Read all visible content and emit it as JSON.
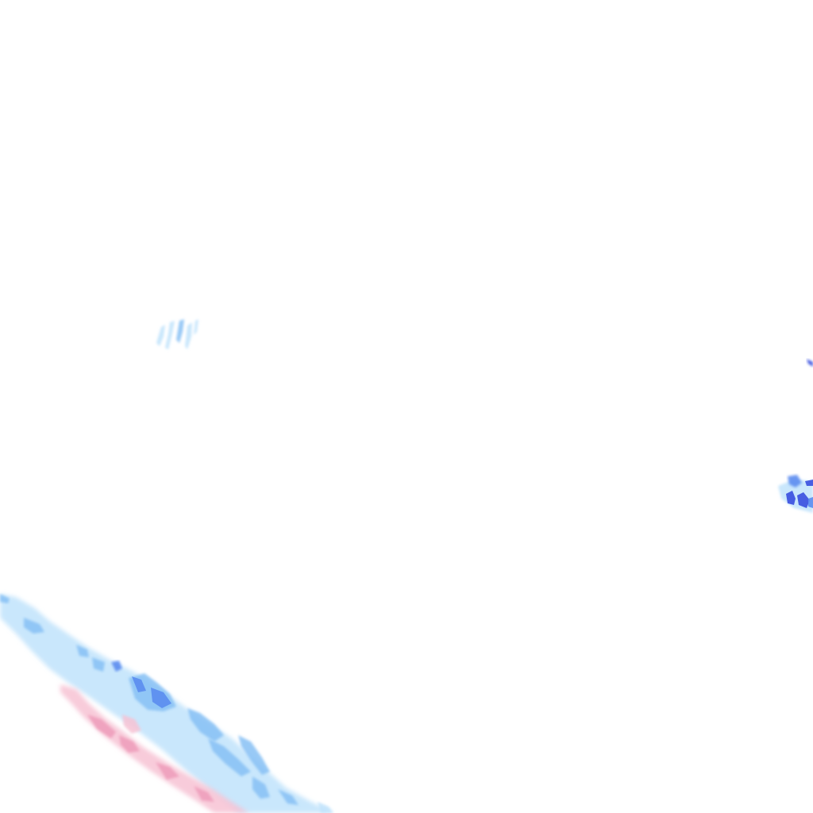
{
  "map": {
    "kind": "precipitation radar overlay tile",
    "background_color": "#ffffff",
    "legend_colors": {
      "light_rain": "#bfe3fb",
      "moderate_rain": "#86bff5",
      "heavy_rain": "#5b8cf0",
      "very_heavy_rain": "#3f55e0",
      "mixed_precip": "#f7c2d3",
      "mixed_precip_heavy": "#ee9fbb"
    },
    "echoes": [
      {
        "name": "small-rain-cell",
        "intensity": "light_rain"
      },
      {
        "name": "right-edge-rain-cell",
        "intensity": "very_heavy_rain"
      },
      {
        "name": "southwest-rain-band",
        "intensity": "moderate_rain"
      },
      {
        "name": "southwest-mixed-band",
        "intensity": "mixed_precip"
      }
    ]
  }
}
